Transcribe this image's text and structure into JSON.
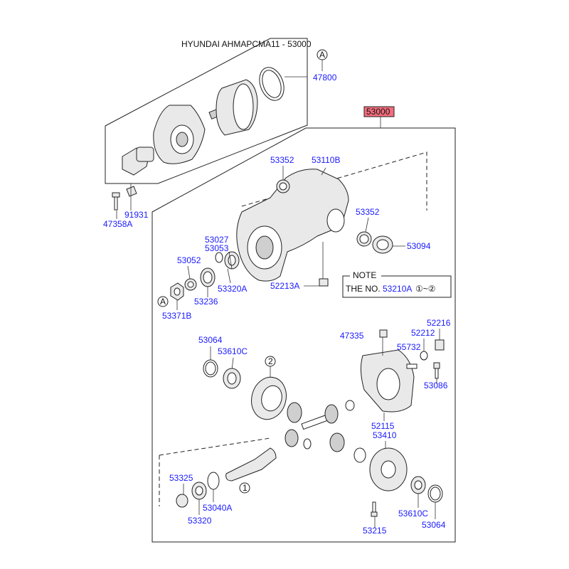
{
  "header": {
    "title": "HYUNDAI AHMAPCMA11 - 53000"
  },
  "assembly_badge": {
    "label": "53000",
    "color": "#f26d7d"
  },
  "note": {
    "title": "NOTE",
    "text_prefix": "THE NO.",
    "text_part": "53210A",
    "text_range": "①~②"
  },
  "markers": {
    "a_top": "A",
    "a_left": "A",
    "num1": "1",
    "num2": "2"
  },
  "labels": {
    "p47800": "47800",
    "p91931": "91931",
    "p47358A": "47358A",
    "p53352a": "53352",
    "p53110B": "53110B",
    "p53352b": "53352",
    "p53094": "53094",
    "p53027": "53027",
    "p53053": "53053",
    "p53052": "53052",
    "p53320A": "53320A",
    "p52213A": "52213A",
    "p53236": "53236",
    "p53371B": "53371B",
    "p53064a": "53064",
    "p53610Ca": "53610C",
    "p47335": "47335",
    "p52212": "52212",
    "p52216": "52216",
    "p55732": "55732",
    "p53086": "53086",
    "p52115": "52115",
    "p53410": "53410",
    "p53325": "53325",
    "p53040A": "53040A",
    "p53320": "53320",
    "p53215": "53215",
    "p53610Cb": "53610C",
    "p53064b": "53064"
  }
}
